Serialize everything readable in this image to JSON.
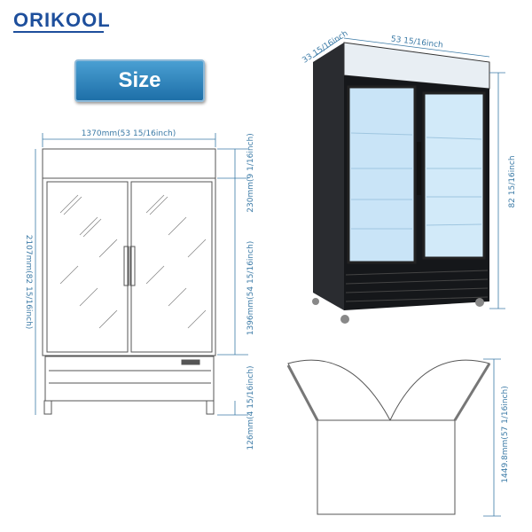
{
  "brand": {
    "logo": "ORIKOOL"
  },
  "badge": {
    "label": "Size"
  },
  "front_diagram": {
    "width": "1370mm(53 15/16inch)",
    "height": "2107mm(82 15/16inch)",
    "canopy": "230mm(9 1/16inch)",
    "door": "1396mm(54 15/16inch)",
    "base": "126mm(4 15/16inch)"
  },
  "photo": {
    "depth": "33 15/16inch",
    "width": "53 15/16inch",
    "height": "82 15/16inch"
  },
  "package": {
    "height": "1449.8mm(57 1/16inch)"
  },
  "colors": {
    "brand": "#1e4f9c",
    "dimension": "#3b7aa6",
    "badge": "#2a82bd"
  }
}
